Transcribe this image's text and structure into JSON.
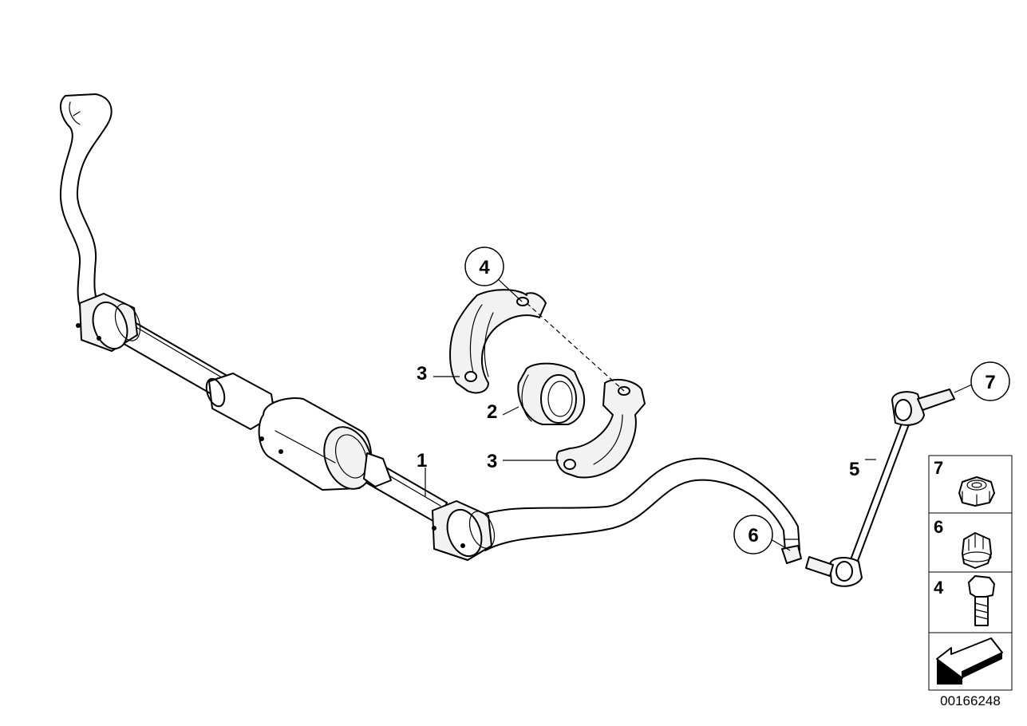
{
  "callouts": {
    "c1": "1",
    "c2": "2",
    "c3a": "3",
    "c3b": "3",
    "c4": "4",
    "c5": "5",
    "c6": "6",
    "c7": "7"
  },
  "legend": {
    "row1": "7",
    "row2": "6",
    "row3": "4"
  },
  "doc_number": "00166248"
}
